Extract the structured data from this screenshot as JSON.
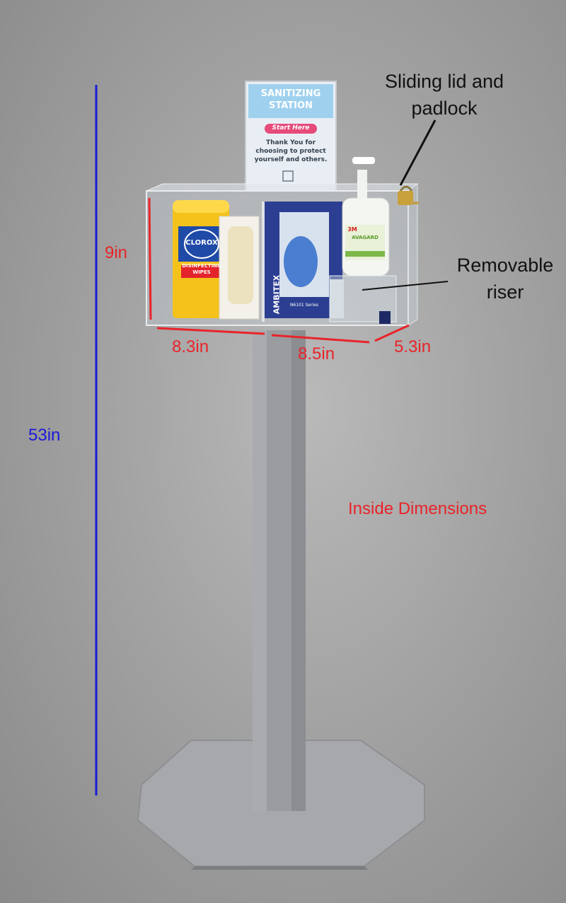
{
  "sign": {
    "title_line1": "SANITIZING",
    "title_line2": "STATION",
    "badge": "Start Here",
    "body_line1": "Thank You for",
    "body_line2": "choosing to protect",
    "body_line3": "yourself and others."
  },
  "products": {
    "wipes_brand": "CLOROX",
    "wipes_line1": "DISINFECTING",
    "wipes_line2": "WIPES",
    "gloves_brand": "AMBITEX",
    "gloves_series": "N6101 Series",
    "sanitizer_brand": "3M",
    "sanitizer_name": "AVAGARD"
  },
  "annotations": {
    "height_total": "53in",
    "height_box": "9in",
    "width_left": "8.3in",
    "width_right": "8.5in",
    "depth": "5.3in",
    "callout_lid_line1": "Sliding lid and",
    "callout_lid_line2": "padlock",
    "callout_riser_line1": "Removable",
    "callout_riser_line2": "riser",
    "inside_dimensions": "Inside Dimensions"
  },
  "colors": {
    "dimension_red": "#e8242a",
    "dimension_blue": "#1a1ad6",
    "pole_gray": "#9a9ca0"
  }
}
